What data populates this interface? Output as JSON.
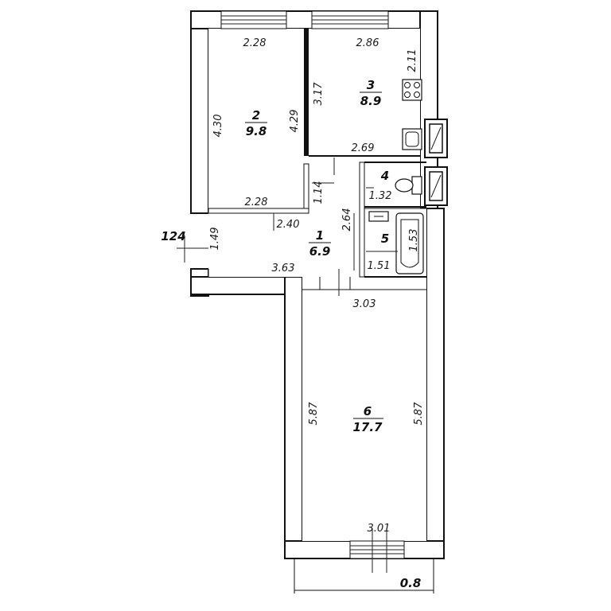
{
  "rooms": [
    {
      "number": "1",
      "area": "6.9"
    },
    {
      "number": "2",
      "area": "9.8"
    },
    {
      "number": "3",
      "area": "8.9"
    },
    {
      "number": "4",
      "area": ""
    },
    {
      "number": "5",
      "area": ""
    },
    {
      "number": "6",
      "area": "17.7"
    }
  ],
  "dimensions": {
    "r2_top": "2.28",
    "r2_left": "4.30",
    "r2_right": "4.29",
    "r2_bottom": "2.28",
    "r3_top": "2.86",
    "r3_right": "2.11",
    "r3_left": "3.17",
    "r3_bottom": "2.69",
    "corridor_a": "2.40",
    "corridor_b": "1.14",
    "corridor_c": "2.64",
    "corridor_left": "1.49",
    "corridor_bottom": "3.63",
    "r4_width": "1.32",
    "r5_height": "1.53",
    "r5_width": "1.51",
    "r6_top": "3.03",
    "r6_left": "5.87",
    "r6_right": "5.87",
    "r6_bottom": "3.01",
    "outer_left": "124",
    "outer_bottom": "0.8"
  }
}
